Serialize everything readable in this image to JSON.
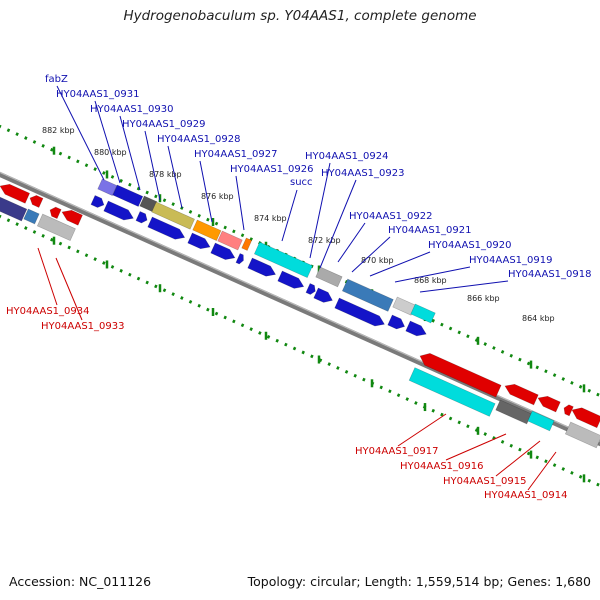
{
  "title": "Hydrogenobaculum sp. Y04AAS1, complete genome",
  "footer": {
    "accession": "Accession: NC_011126",
    "summary": "Topology: circular; Length: 1,559,514 bp; Genes: 1,680"
  },
  "kbp_labels": [
    "882 kbp",
    "880 kbp",
    "878 kbp",
    "876 kbp",
    "874 kbp",
    "872 kbp",
    "870 kbp",
    "868 kbp",
    "866 kbp",
    "864 kbp"
  ],
  "forward_genes": [
    "fabZ",
    "HY04AAS1_0931",
    "HY04AAS1_0930",
    "HY04AAS1_0929",
    "HY04AAS1_0928",
    "HY04AAS1_0927",
    "HY04AAS1_0926",
    "succ",
    "HY04AAS1_0924",
    "HY04AAS1_0923",
    "HY04AAS1_0922",
    "HY04AAS1_0921",
    "HY04AAS1_0920",
    "HY04AAS1_0919",
    "HY04AAS1_0918"
  ],
  "reverse_genes": [
    "HY04AAS1_0934",
    "HY04AAS1_0933",
    "HY04AAS1_0917",
    "HY04AAS1_0916",
    "HY04AAS1_0915",
    "HY04AAS1_0914"
  ],
  "colors": {
    "forward_label": "#1010b0",
    "reverse_label": "#cc0000",
    "blue": "#1414c8",
    "red": "#e00000",
    "cyan": "#00dcdc",
    "backbone": "#808080",
    "tick": "#118811"
  }
}
